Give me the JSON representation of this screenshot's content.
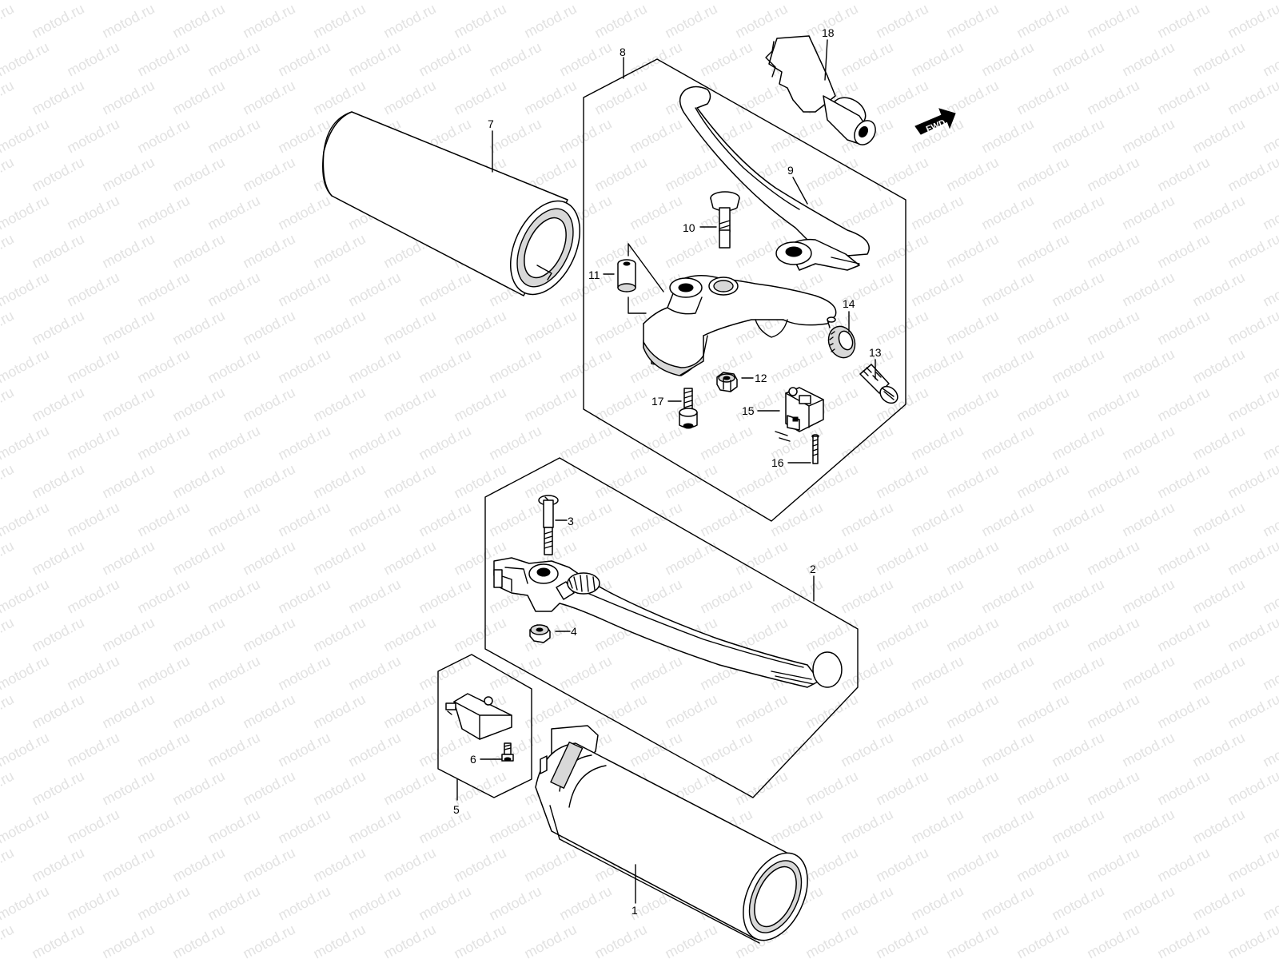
{
  "watermark": {
    "text": "motod.ru"
  },
  "fwd_label": "FWD",
  "parts": [
    {
      "id": "1",
      "label": "1"
    },
    {
      "id": "2",
      "label": "2"
    },
    {
      "id": "3",
      "label": "3"
    },
    {
      "id": "4",
      "label": "4"
    },
    {
      "id": "5",
      "label": "5"
    },
    {
      "id": "6",
      "label": "6"
    },
    {
      "id": "7",
      "label": "7"
    },
    {
      "id": "8",
      "label": "8"
    },
    {
      "id": "9",
      "label": "9"
    },
    {
      "id": "10",
      "label": "10"
    },
    {
      "id": "11",
      "label": "11"
    },
    {
      "id": "12",
      "label": "12"
    },
    {
      "id": "13",
      "label": "13"
    },
    {
      "id": "14",
      "label": "14"
    },
    {
      "id": "15",
      "label": "15"
    },
    {
      "id": "16",
      "label": "16"
    },
    {
      "id": "17",
      "label": "17"
    },
    {
      "id": "18",
      "label": "18"
    }
  ]
}
